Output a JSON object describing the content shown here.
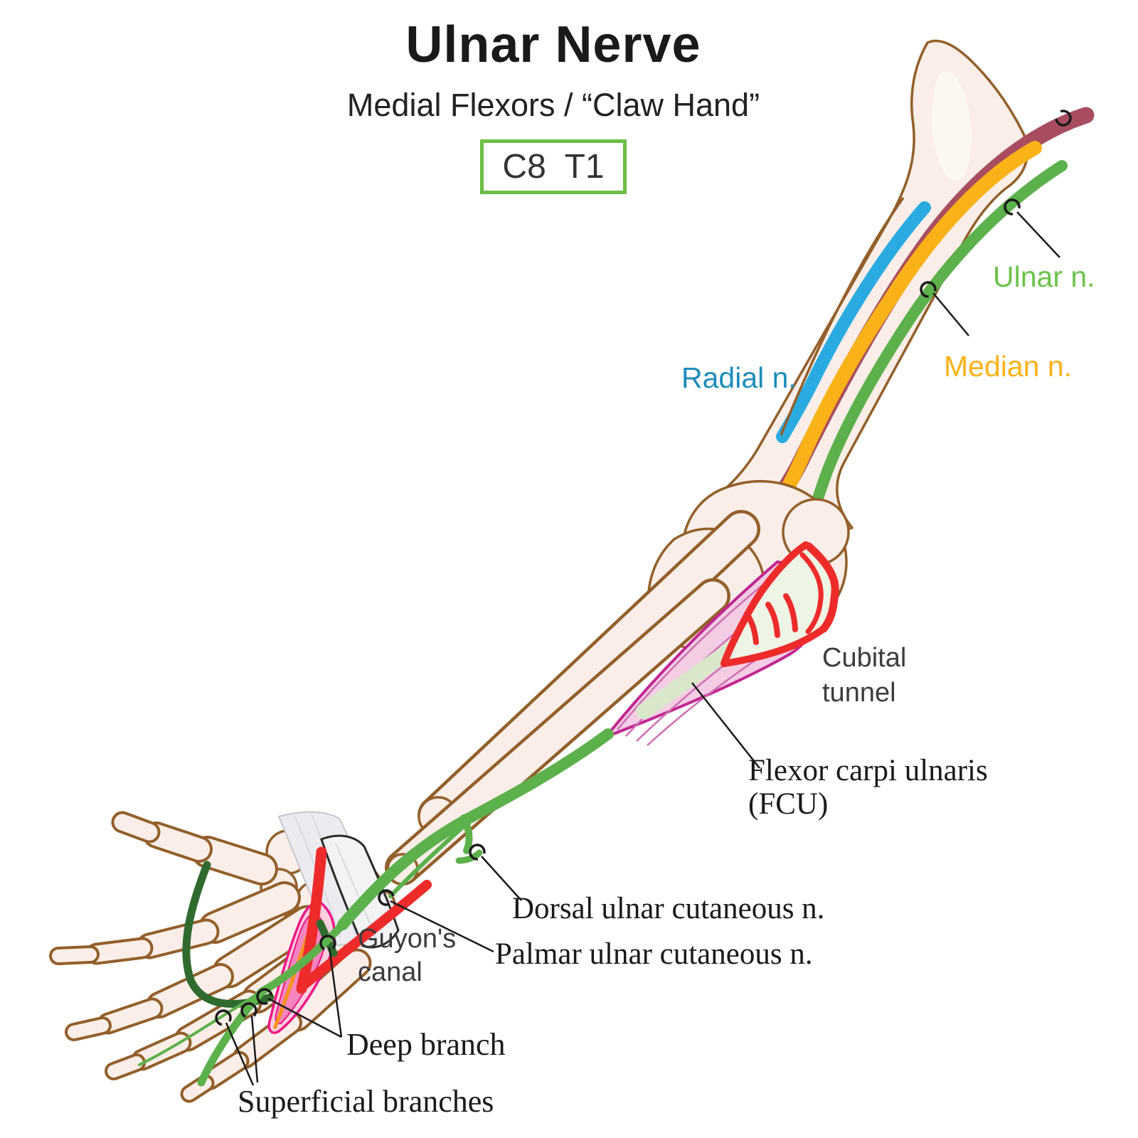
{
  "header": {
    "title": "Ulnar Nerve",
    "subtitle": "Medial Flexors / “Claw Hand”",
    "nerve_roots": "C8  T1"
  },
  "labels": {
    "radial": "Radial n.",
    "median": "Median n.",
    "ulnar": "Ulnar n.",
    "cubital_tunnel": "Cubital\ntunnel",
    "fcu": "Flexor carpi ulnaris\n(FCU)",
    "guyons_canal": "Guyon's\ncanal",
    "dorsal_cutaneous": "Dorsal ulnar cutaneous n.",
    "palmar_cutaneous": "Palmar ulnar cutaneous n.",
    "deep_branch": "Deep branch",
    "superficial_branches": "Superficial branches"
  },
  "palette": {
    "ink": "#1A1A1A",
    "labelGray": "#3C3C3C",
    "boneFill": "#FBEEE8",
    "boneStroke": "#925F2A",
    "blue": "#29ABE2",
    "blueText": "#1D8CBB",
    "maroon": "#A84D60",
    "yellow": "#F9B218",
    "green": "#5CB14C",
    "greenLabel": "#6CC24A",
    "paleGreen": "#D9E7CB",
    "darkGreen": "#2F6B2F",
    "red": "#EE2B2B",
    "muscleFill": "#F4CDE4",
    "muscleStroke": "#C02791",
    "muscleStriation": "#CE6FB0",
    "hypoFill": "#FBCFDE",
    "hypoInner": "#F585BC",
    "hypoStroke": "#EC1787",
    "orange": "#F7921E",
    "retFill": "#ECECF0",
    "retStroke": "#C6C6CC",
    "retLine": "#D8D8DE",
    "ret2Fill": "#F3F3F6",
    "ret2Stroke": "#2A2A2A",
    "c8Border": "#6CBE45"
  }
}
